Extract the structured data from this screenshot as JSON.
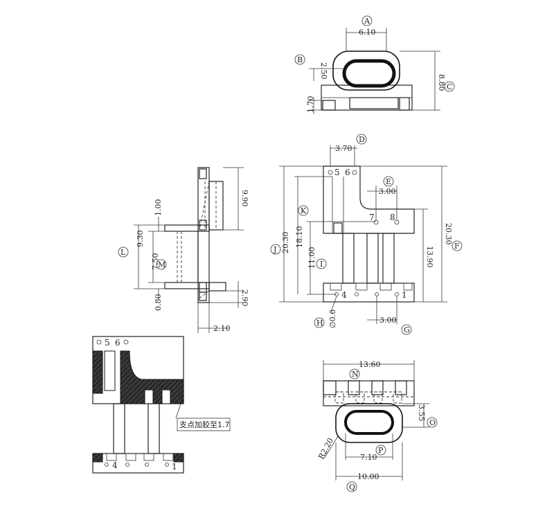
{
  "callouts": {
    "A": "A",
    "B": "B",
    "C": "C",
    "D": "D",
    "E": "E",
    "F": "F",
    "G": "G",
    "H": "H",
    "I": "I",
    "J": "J",
    "K": "K",
    "L": "L",
    "M": "M",
    "N": "N",
    "O": "O",
    "P": "P",
    "Q": "Q"
  },
  "dimensions": {
    "top_width": "6.10",
    "top_height_b": "2.50",
    "top_total_height": "8.80",
    "top_pin_depth": "1.70",
    "front_pin_pitch_top": "3.70",
    "front_pin_pitch_mid": "3.00",
    "front_overall_height_right": "20.30",
    "front_overall_height_left": "20.30",
    "front_height_k": "18.10",
    "front_height_i": "11.00",
    "front_height_13": "13.90",
    "front_pin_dia": "∅0.6",
    "front_pin_pitch_bottom": "3.00",
    "side_1_00": "1.00",
    "side_9_90": "9.90",
    "side_9_30": "9.30",
    "side_7_50": "7.50",
    "side_0_80": "0.80",
    "side_2_90": "2.90",
    "side_2_10": "2.10",
    "bottom_13_60": "13.60",
    "bottom_3_55": "3.55",
    "bottom_radius": "R2.20",
    "bottom_7_10": "7.10",
    "bottom_10_00": "10.00"
  },
  "pins": {
    "p5": "5",
    "p6": "6",
    "p7": "7",
    "p8": "8",
    "p4": "4",
    "p1": "1"
  },
  "detail": {
    "pins_top_5": "5",
    "pins_top_6": "6",
    "pins_bottom_4": "4",
    "pins_bottom_1": "1",
    "note": "支点加胶至1.7"
  }
}
